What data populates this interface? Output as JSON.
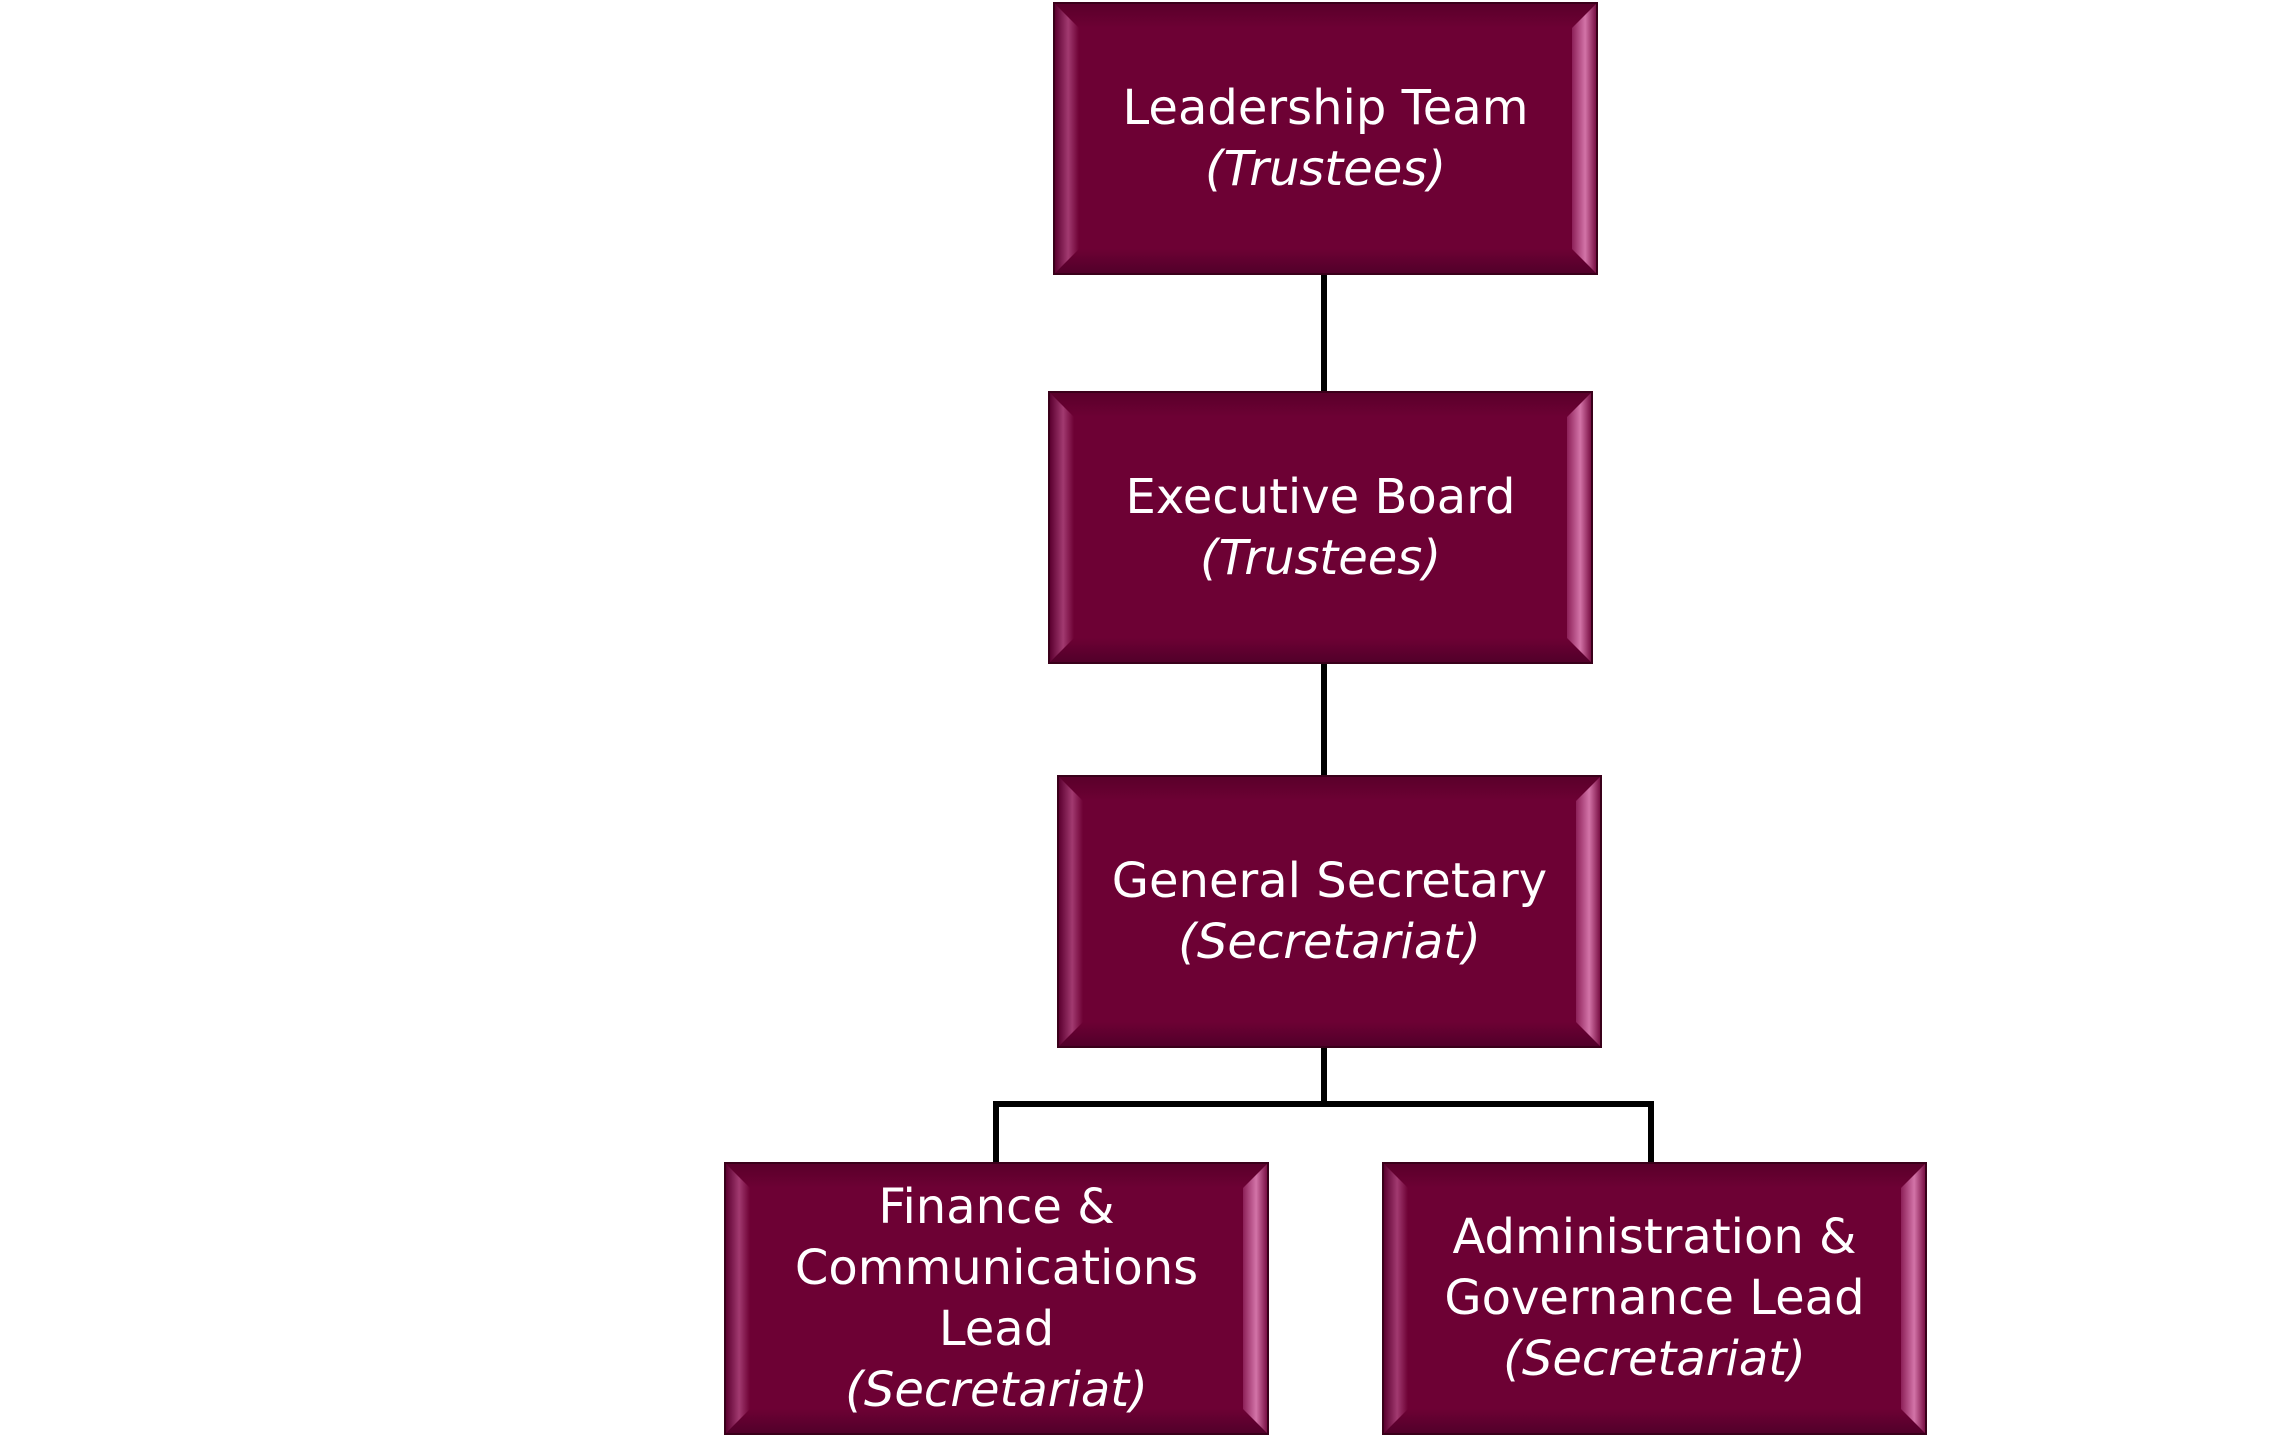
{
  "org_chart": {
    "leadership_team": {
      "title": "Leadership Team",
      "subtitle": "(Trustees)"
    },
    "executive_board": {
      "title": "Executive Board",
      "subtitle": "(Trustees)"
    },
    "general_secretary": {
      "title": "General Secretary",
      "subtitle": "(Secretariat)"
    },
    "finance_comms_lead": {
      "title": "Finance &\nCommunications\nLead",
      "subtitle": "(Secretariat)"
    },
    "admin_governance_lead": {
      "title": "Administration &\nGovernance Lead",
      "subtitle": "(Secretariat)"
    }
  },
  "colors": {
    "box_fill": "#6d0134",
    "box_highlight": "#d374a8",
    "connector": "#000000",
    "text": "#ffffff",
    "background": "#ffffff"
  }
}
